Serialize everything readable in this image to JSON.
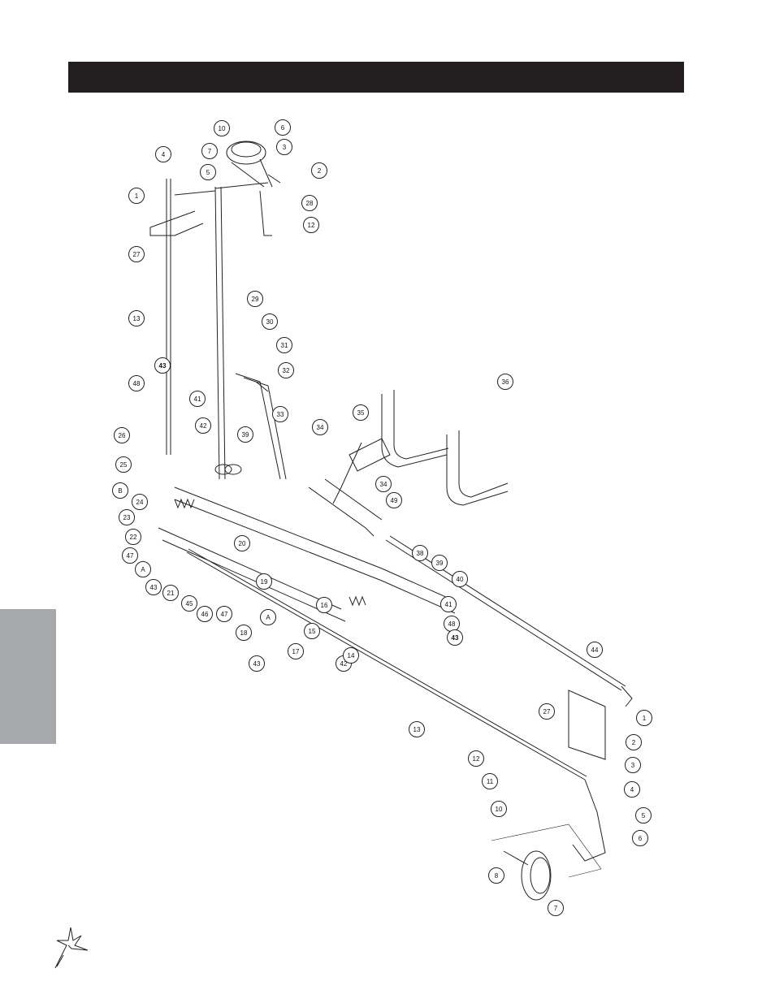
{
  "page": {
    "header_text": "",
    "side_tab_text": ""
  },
  "colors": {
    "header": "#231f20",
    "side_tab": "#a7a8ab",
    "line": "#222222"
  },
  "callouts": [
    "10",
    "6",
    "7",
    "3",
    "5",
    "2",
    "4",
    "1",
    "28",
    "12",
    "27",
    "29",
    "13",
    "30",
    "31",
    "32",
    "43",
    "48",
    "41",
    "36",
    "33",
    "34",
    "35",
    "42",
    "26",
    "39",
    "25",
    "B",
    "34",
    "24",
    "49",
    "23",
    "22",
    "20",
    "47",
    "38",
    "A",
    "39",
    "43",
    "19",
    "40",
    "21",
    "45",
    "16",
    "41",
    "46",
    "47",
    "18",
    "A",
    "15",
    "48",
    "43",
    "17",
    "42",
    "14",
    "43",
    "44",
    "1",
    "13",
    "27",
    "2",
    "12",
    "3",
    "11",
    "4",
    "10",
    "5",
    "6",
    "8",
    "7"
  ],
  "logo": {
    "icon": "star-logo-icon"
  }
}
